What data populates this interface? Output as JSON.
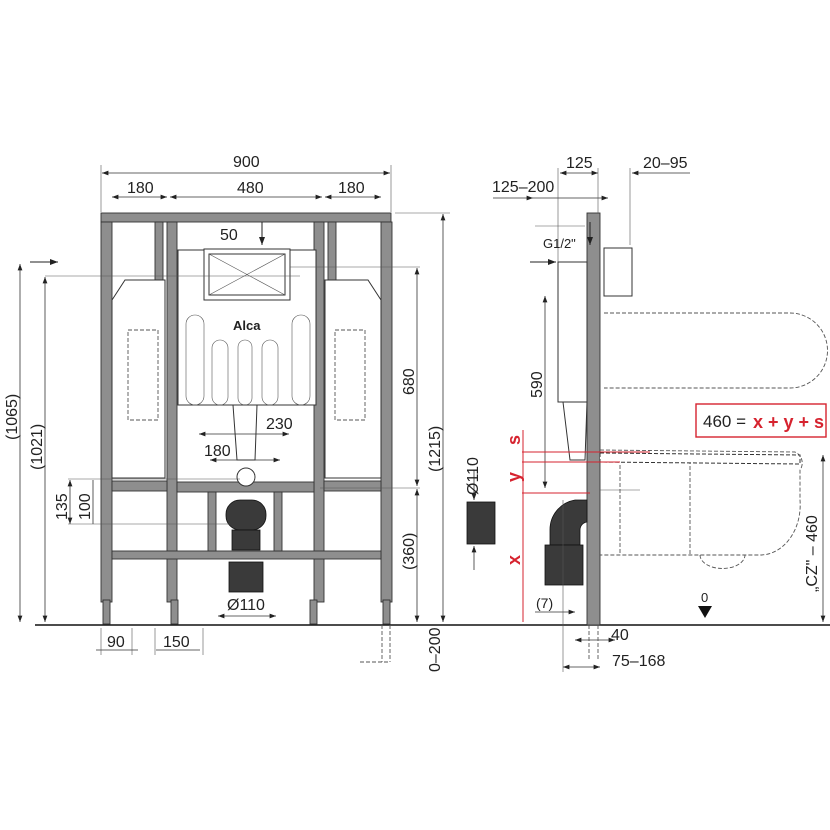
{
  "front_view": {
    "width_total": "900",
    "width_left": "180",
    "width_center": "480",
    "width_right": "180",
    "flush_offset": "50",
    "brand": "Alca",
    "height_1065": "(1065)",
    "height_1021": "(1021)",
    "dim_135": "135",
    "dim_100": "100",
    "dim_230": "230",
    "dim_180_fix": "180",
    "dim_680": "680",
    "dim_1215": "(1215)",
    "dim_360": "(360)",
    "leg_adjust": "0–200",
    "pipe_diameter": "Ø110",
    "foot_90": "90",
    "foot_150": "150"
  },
  "side_view": {
    "dim_125": "125",
    "dim_20_95": "20–95",
    "dim_125_200": "125–200",
    "water_inlet": "G1/2\"",
    "dim_590": "590",
    "formula_left": "460 =",
    "formula_right": "x + y + s",
    "label_s": "s",
    "label_y": "y",
    "label_x": "x",
    "pipe_diameter": "Ø110",
    "dim_7": "(7)",
    "dim_40": "40",
    "dim_75_168": "75–168",
    "floor_zero": "0",
    "cz_label": "„CZ\" – 460"
  },
  "colors": {
    "accent_red": "#d6232f",
    "frame_gray": "#8e8e8e"
  }
}
